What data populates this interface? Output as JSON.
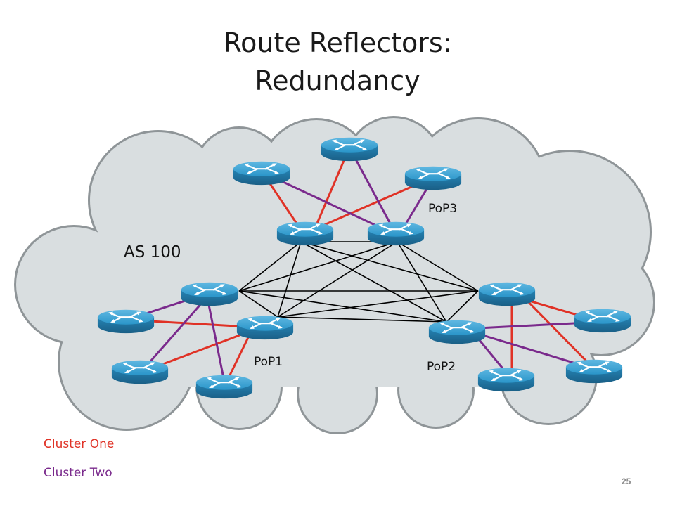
{
  "slide": {
    "title_line1": "Route Reflectors:",
    "title_line2": "Redundancy",
    "page_number": "25"
  },
  "diagram": {
    "as_label": "AS 100",
    "pop_labels": [
      "PoP1",
      "PoP2",
      "PoP3"
    ],
    "colors": {
      "cloud_fill": "#d9dee0",
      "cloud_stroke": "#8f9598",
      "router_blue": "#2a95c9",
      "cluster_one_link": "#e03226",
      "cluster_two_link": "#7a2a8c",
      "mesh_link": "#000000"
    },
    "icon": "router-icon"
  },
  "legend": {
    "cluster_one": "Cluster One",
    "cluster_two": "Cluster Two",
    "cluster_one_color": "#e03226",
    "cluster_two_color": "#7a2a8c"
  }
}
